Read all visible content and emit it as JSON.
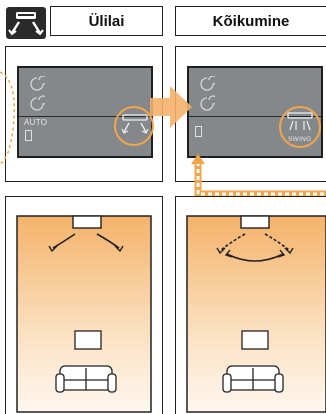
{
  "headers": {
    "left": "Ülilai",
    "right": "Kõikumine"
  },
  "lcd": {
    "auto_label": "AUTO",
    "swing_label": "SWING"
  },
  "icons": {
    "header_icon": "ac-air-flow-icon",
    "fan_icon": "fan-speed-icon",
    "wide_vane_icon": "wide-air-vane-icon",
    "swing_vane_icon": "swing-air-vane-icon",
    "sofa_icon": "sofa-icon",
    "tv_icon": "tv-screen-icon",
    "ac_unit_icon": "indoor-unit-icon"
  },
  "colors": {
    "lcd_background": "#85888b",
    "highlight_orange": "#f2a54a",
    "warm_air": "#f4b26a"
  }
}
